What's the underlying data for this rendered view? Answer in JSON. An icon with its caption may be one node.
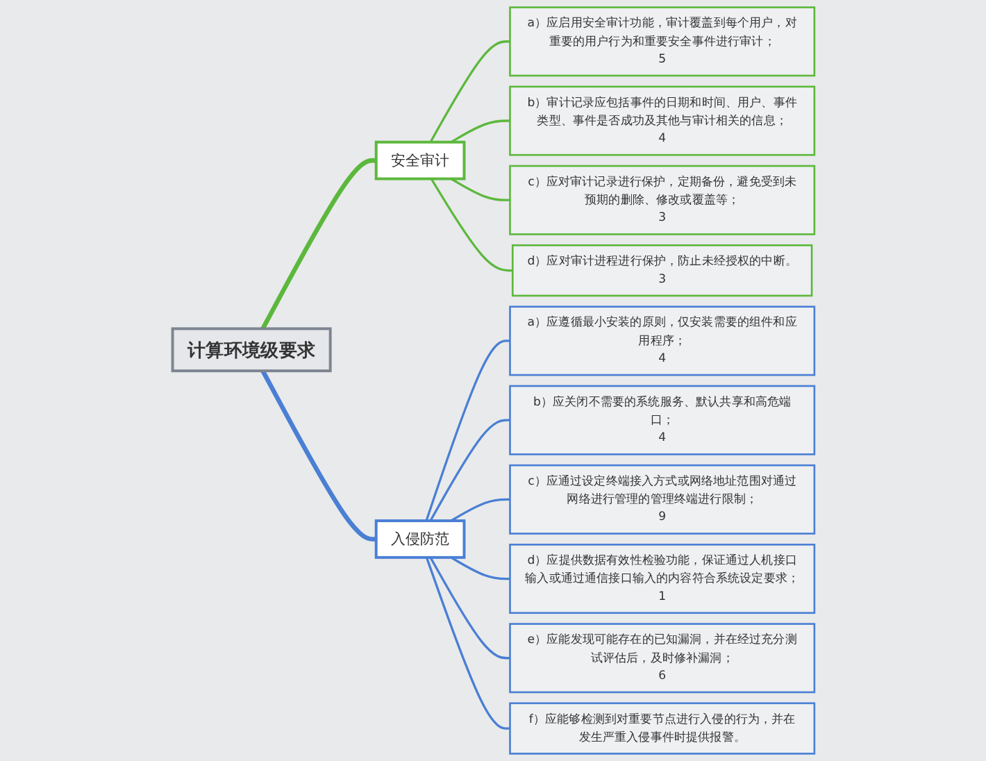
{
  "diagram": {
    "nodes": [
      {
        "text": [
          "计算环境级要求"
        ]
      },
      {
        "text": [
          "安全审计"
        ]
      },
      {
        "text": [
          "a）应启用安全审计功能，审计覆盖到每个用户，对重要的用户行为和重要安全事件进行审计；",
          "5"
        ]
      },
      {
        "text": [
          "b）审计记录应包括事件的日期和时间、用户、事件类型、事件是否成功及其他与审计相关的信息；",
          "4"
        ]
      },
      {
        "text": [
          "c）应对审计记录进行保护，定期备份，避免受到未预期的删除、修改或覆盖等；",
          "3"
        ]
      },
      {
        "text": [
          "d）应对审计进程进行保护，防止未经授权的中断。",
          "3"
        ]
      },
      {
        "text": [
          "入侵防范"
        ]
      },
      {
        "text": [
          "a）应遵循最小安装的原则，仅安装需要的组件和应用程序；",
          "4"
        ]
      },
      {
        "text": [
          "b）应关闭不需要的系统服务、默认共享和高危端口；",
          "4"
        ]
      },
      {
        "text": [
          "c）应通过设定终端接入方式或网络地址范围对通过网络进行管理的管理终端进行限制；",
          "9"
        ]
      },
      {
        "text": [
          "d）应提供数据有效性检验功能，保证通过人机接口输入或通过通信接口输入的内容符合系统设定要求；",
          "1"
        ]
      },
      {
        "text": [
          "e）应能发现可能存在的已知漏洞，并在经过充分测试评估后，及时修补漏洞；",
          "6"
        ]
      },
      {
        "text": [
          "f）应能够检测到对重要节点进行入侵的行为，并在发生严重入侵事件时提供报警。"
        ]
      }
    ],
    "edges": [
      {
        "from": 0,
        "to": 1,
        "arrow": "none",
        "style": "thick",
        "color": "#5cb83c"
      },
      {
        "from": 1,
        "to": 2,
        "arrow": "none",
        "color": "#5cb83c"
      },
      {
        "from": 1,
        "to": 3,
        "arrow": "none",
        "color": "#5cb83c"
      },
      {
        "from": 1,
        "to": 4,
        "arrow": "none",
        "color": "#5cb83c"
      },
      {
        "from": 1,
        "to": 5,
        "arrow": "none",
        "color": "#5cb83c"
      },
      {
        "from": 0,
        "to": 6,
        "arrow": "none",
        "style": "thick"
      },
      {
        "from": 6,
        "to": 7,
        "arrow": "none"
      },
      {
        "from": 6,
        "to": 8,
        "arrow": "none"
      },
      {
        "from": 6,
        "to": 9,
        "arrow": "none"
      },
      {
        "from": 6,
        "to": 10,
        "arrow": "none"
      },
      {
        "from": 6,
        "to": 11,
        "arrow": "none"
      },
      {
        "from": 6,
        "to": 12,
        "arrow": "none"
      }
    ]
  }
}
